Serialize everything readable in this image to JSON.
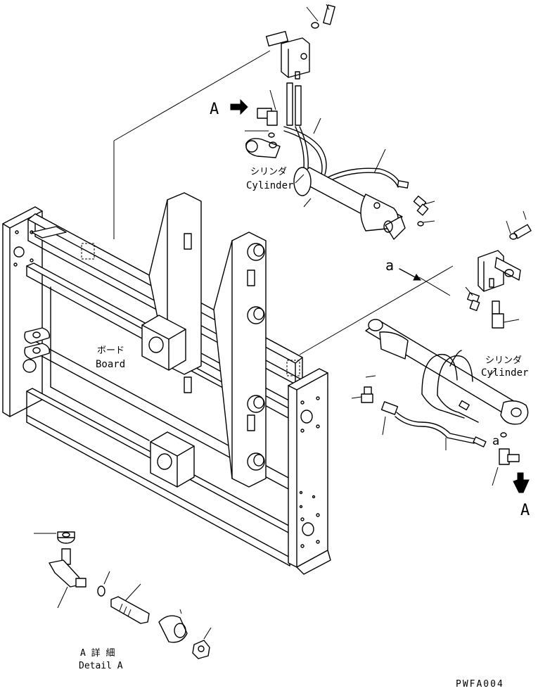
{
  "labels": {
    "cylinder_top_jp": "シリンダ",
    "cylinder_top_en": "Cylinder",
    "cylinder_right_jp": "シリンダ",
    "cylinder_right_en": "Cylinder",
    "board_jp": "ボード",
    "board_en": "Board",
    "view_a_top": "A",
    "view_a_bottom": "A",
    "section_a": "a",
    "section_a_right": "a",
    "detail_jp": "A 詳 細",
    "detail_en": "Detail A",
    "drawing_code": "PWFA004"
  }
}
